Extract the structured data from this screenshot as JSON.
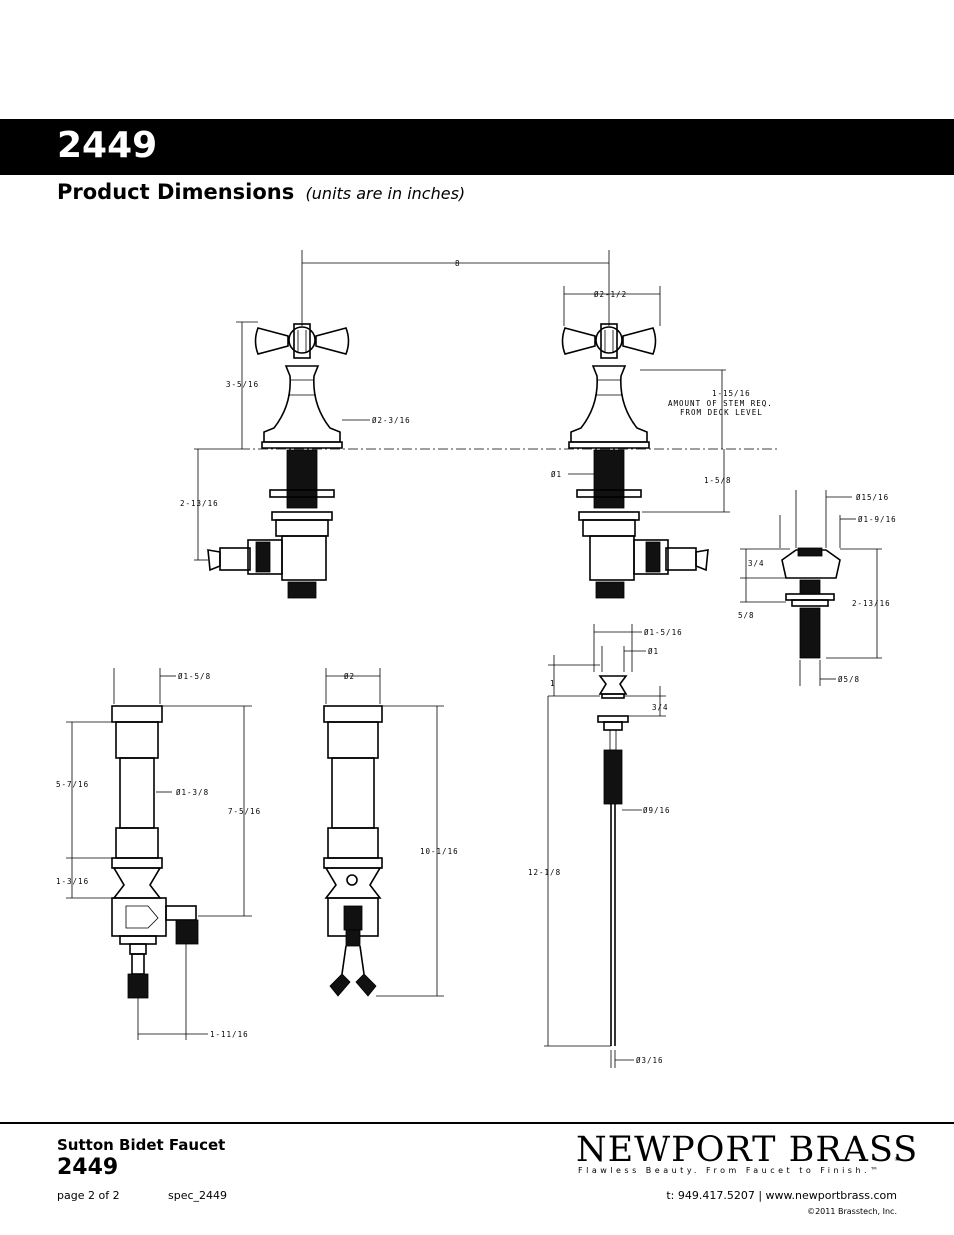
{
  "header": {
    "model": "2449"
  },
  "section": {
    "title": "Product Dimensions",
    "units_note": "(units are in inches)"
  },
  "dimensions": {
    "spread": "8",
    "handle_dia": "Ø2-1/2",
    "handle_height": "3-5/16",
    "base_dia": "Ø2-3/16",
    "stem_note_value": "1-15/16",
    "stem_note_line1": "AMOUNT OF STEM REQ.",
    "stem_note_line2": "FROM DECK LEVEL",
    "shank_dia": "Ø1",
    "shank_length": "1-5/8",
    "valve_depth": "2-13/16",
    "flange_dia_a": "Ø15/16",
    "flange_dia_b": "Ø1-9/16",
    "flange_height": "3/4",
    "flange_lower": "5/8",
    "flange_shank_len": "2-13/16",
    "flange_shank_dia": "Ø5/8",
    "body_top_dia": "Ø1-5/8",
    "body_height": "5-7/16",
    "body_dia": "Ø1-3/8",
    "body_total": "7-5/16",
    "body_lower": "1-3/16",
    "outlet_offset": "1-11/16",
    "tee_top_dia": "Ø2",
    "tee_total": "10-1/16",
    "lift_knob_dia": "Ø1-5/16",
    "lift_dia": "Ø1",
    "lift_top": "1",
    "lift_flange": "3/4",
    "lift_thread_dia": "Ø9/16",
    "lift_rod_length": "12-1/8",
    "lift_rod_dia": "Ø3/16"
  },
  "footer": {
    "product_name": "Sutton Bidet Faucet",
    "product_number": "2449",
    "page": "page 2 of 2",
    "spec": "spec_2449",
    "brand": "NEWPORT BRASS",
    "registered": "®",
    "tagline": "Flawless Beauty. From Faucet to Finish.™",
    "contact": "t: 949.417.5207 | www.newportbrass.com",
    "copyright": "©2011 Brasstech, Inc."
  }
}
